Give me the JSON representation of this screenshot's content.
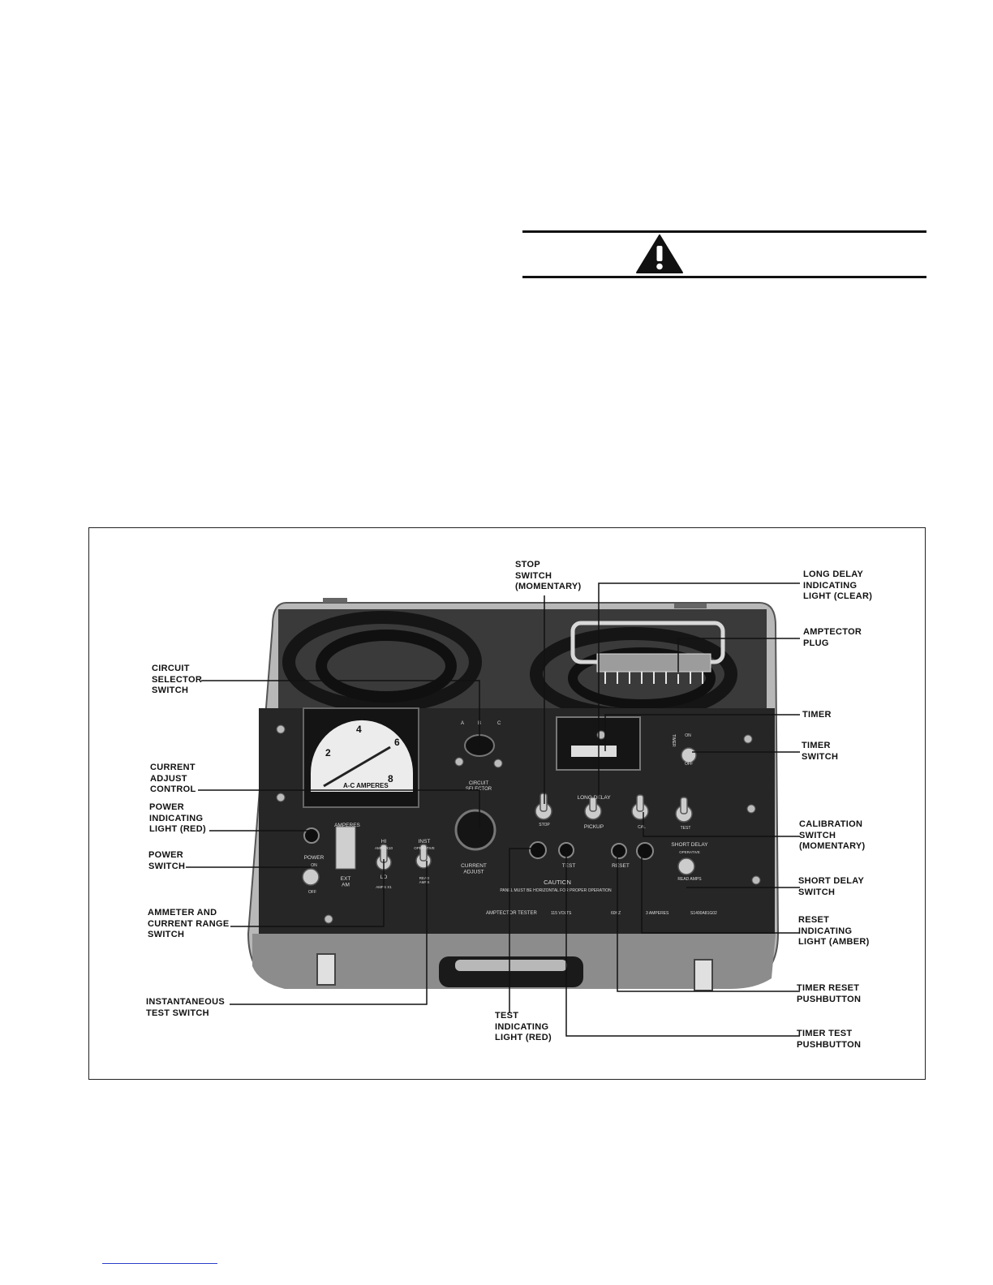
{
  "warning_header": {
    "icon": "warning-triangle-icon"
  },
  "figure": {
    "callouts": {
      "stop_switch": "STOP\nSWITCH\n(MOMENTARY)",
      "long_delay_light": "LONG DELAY\nINDICATING\nLIGHT (CLEAR)",
      "amptector_plug": "AMPTECTOR\nPLUG",
      "circuit_selector": "CIRCUIT\nSELECTOR\nSWITCH",
      "timer": "TIMER",
      "timer_switch": "TIMER\nSWITCH",
      "current_adjust": "CURRENT\nADJUST\nCONTROL",
      "power_light": "POWER\nINDICATING\nLIGHT (RED)",
      "power_switch": "POWER\nSWITCH",
      "calibration_switch": "CALIBRATION\nSWITCH\n(MOMENTARY)",
      "short_delay_switch": "SHORT DELAY\nSWITCH",
      "ammeter_range": "AMMETER AND\nCURRENT RANGE\nSWITCH",
      "reset_light": "RESET\nINDICATING\nLIGHT (AMBER)",
      "timer_reset": "TIMER RESET\nPUSHBUTTON",
      "instantaneous_test": "INSTANTANEOUS\nTEST SWITCH",
      "test_light": "TEST\nINDICATING\nLIGHT (RED)",
      "timer_test": "TIMER TEST\nPUSHBUTTON"
    },
    "panel": {
      "meter_scale": [
        "2",
        "4",
        "6",
        "8"
      ],
      "meter_unit": "A-C AMPERES",
      "circuit_positions": [
        "A",
        "B",
        "C"
      ],
      "circuit_selector_label": "CIRCUIT\nSELECTOR",
      "current_adjust_label": "CURRENT\nADJUST",
      "amperes_label": "AMPERES",
      "power_label": "POWER",
      "power_on": "ON",
      "power_off": "OFF",
      "ext_am": "EXT\nAM",
      "range_hi": "HI",
      "range_hi_sub": "AMPS X10",
      "range_lo": "LO",
      "range_lo_sub": "AMPS X1",
      "inst_label": "INST",
      "inst_operative": "OPERATIVE",
      "inst_read": "READ\nAMPS",
      "stop_label": "STOP",
      "long_delay_label": "LONG DELAY",
      "pickup_label": "PICKUP",
      "cal_label": "CAL",
      "test_label": "TEST",
      "timer_on": "ON",
      "timer_off": "OFF",
      "timer_vertical": "TIMER",
      "short_delay_label": "SHORT DELAY",
      "short_delay_operative": "OPERATIVE",
      "read_amps": "READ AMPS",
      "reset_label": "RESET",
      "caution_title": "CAUTION",
      "caution_text": "PANEL  MUST  BE  HORIZONTAL  FOR  PROPER  OPERATION",
      "nameplate": [
        "AMPTECTOR TESTER",
        "115 VOLTS",
        "60HZ",
        "3 AMPERES",
        "S1400A81G02"
      ]
    }
  },
  "colors": {
    "panel": "#262626",
    "case": "#aaaaaa",
    "ink": "#111111",
    "link": "#2a3fc9"
  }
}
